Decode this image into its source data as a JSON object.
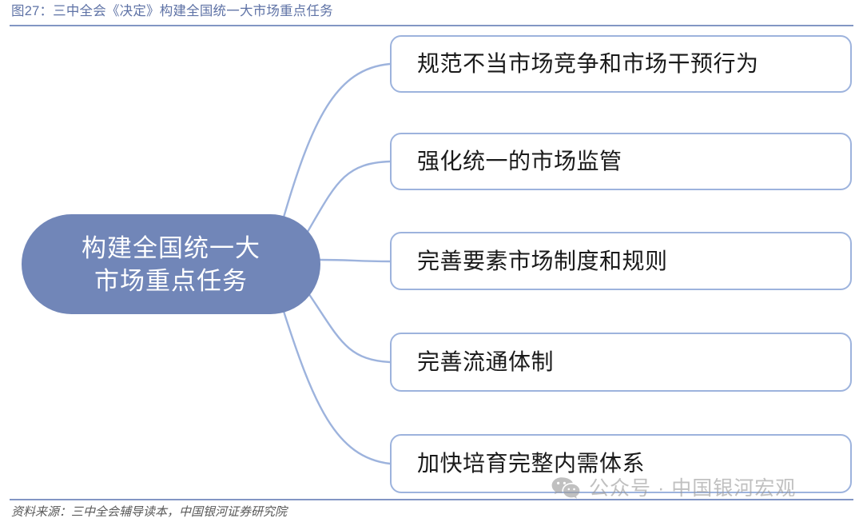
{
  "header": {
    "title": "图27：三中全会《决定》构建全国统一大市场重点任务",
    "title_color": "#5f73a6",
    "rule_color": "#8296c4"
  },
  "diagram": {
    "type": "mind-map",
    "orientation": "left-root-right-branches",
    "root": {
      "label": "构建全国统一大\n市场重点任务",
      "fill_color": "#7186b8",
      "text_color": "#ffffff",
      "shape": "pill"
    },
    "connector_color": "#9db3dd",
    "branch_style": {
      "fill_color": "#ffffff",
      "border_color": "#9db3dd",
      "text_color": "#1a1a1a",
      "shape": "rounded-rectangle"
    },
    "branches": [
      {
        "label": "规范不当市场竞争和市场干预行为"
      },
      {
        "label": "强化统一的市场监管"
      },
      {
        "label": "完善要素市场制度和规则"
      },
      {
        "label": "完善流通体制"
      },
      {
        "label": "加快培育完整内需体系"
      }
    ]
  },
  "footer": {
    "source": "资料来源：三中全会辅导读本，中国银河证券研究院",
    "rule_color": "#8296c4"
  },
  "watermark": {
    "icon": "wechat-icon",
    "label": "公众号 · 中国银河宏观",
    "color": "#9a9a9a"
  }
}
